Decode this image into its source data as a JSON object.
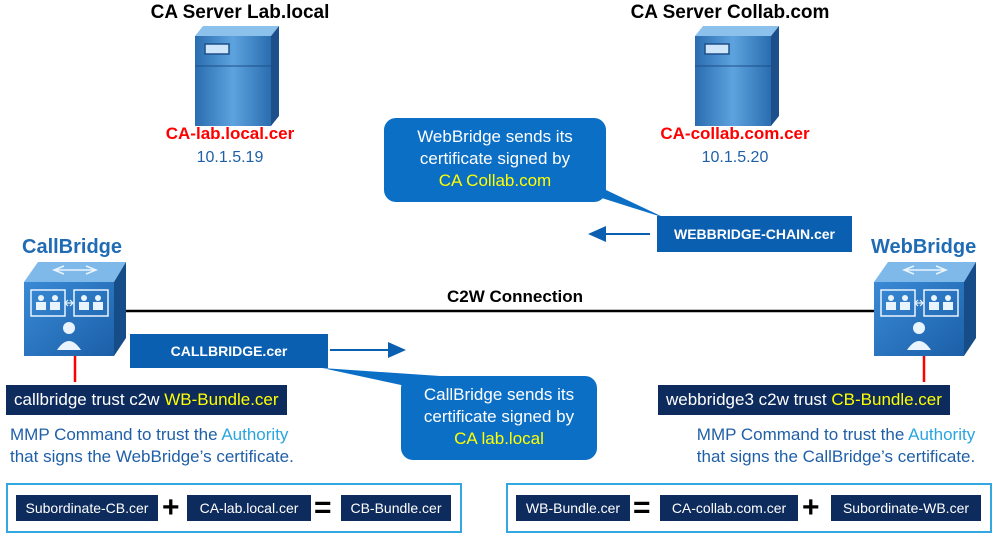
{
  "servers": {
    "left": {
      "title": "CA Server Lab.local",
      "cert": "CA-lab.local.cer",
      "ip": "10.1.5.19"
    },
    "right": {
      "title": "CA Server Collab.com",
      "cert": "CA-collab.com.cer",
      "ip": "10.1.5.20"
    }
  },
  "callouts": {
    "webbridge": {
      "line1": "WebBridge sends its",
      "line2": "certificate signed by",
      "line3": "CA Collab.com"
    },
    "callbridge": {
      "line1": "CallBridge sends its",
      "line2": "certificate signed by",
      "line3": "CA lab.local"
    }
  },
  "labels": {
    "webbridge_chain": "WEBBRIDGE-CHAIN.cer",
    "callbridge_cer": "CALLBRIDGE.cer",
    "connection": "C2W Connection"
  },
  "nodes": {
    "callbridge": {
      "title": "CallBridge"
    },
    "webbridge": {
      "title": "WebBridge"
    }
  },
  "commands": {
    "callbridge": {
      "prefix": "callbridge trust c2w ",
      "file": "WB-Bundle.cer"
    },
    "webbridge": {
      "prefix": "webbridge3 c2w trust ",
      "file": "CB-Bundle.cer"
    }
  },
  "mmp": {
    "left": {
      "pre": "MMP Command to trust the ",
      "auth": "Authority",
      "line2": "that signs the WebBridge’s certificate."
    },
    "right": {
      "pre": "MMP Command to trust the ",
      "auth": "Authority",
      "line2": "that signs the CallBridge’s certificate."
    }
  },
  "bundles": {
    "cb": {
      "a": "Subordinate-CB.cer",
      "op1": "+",
      "b": "CA-lab.local.cer",
      "op2": "=",
      "c": "CB-Bundle.cer"
    },
    "wb": {
      "a": "WB-Bundle.cer",
      "op1": "=",
      "b": "CA-collab.com.cer",
      "op2": "+",
      "c": "Subordinate-WB.cer"
    }
  },
  "colors": {
    "navy": "#0d2b5c",
    "blue": "#0b5fb0",
    "red": "#ff0000",
    "yellow": "#ffff00",
    "cyan": "#33a7df"
  }
}
